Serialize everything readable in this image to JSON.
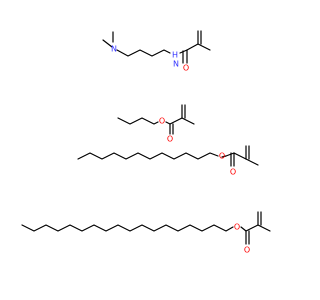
{
  "molecules": [
    {
      "id": "dimethylaminopropyl-methacrylamide",
      "atom_labels": {
        "amine_n": "N",
        "amide_n": "H",
        "carbonyl_o": "O"
      }
    },
    {
      "id": "butyl-methacrylate",
      "atom_labels": {
        "ester_o": "O",
        "carbonyl_o": "O"
      }
    },
    {
      "id": "dodecyl-methacrylate",
      "atom_labels": {
        "ester_o": "O",
        "carbonyl_o": "O"
      }
    },
    {
      "id": "octadecyl-methacrylate",
      "atom_labels": {
        "ester_o": "O",
        "carbonyl_o": "O"
      }
    }
  ],
  "colors": {
    "bond": "#000000",
    "nitrogen": "#3333ff",
    "oxygen": "#ff0000",
    "background": "#ffffff"
  }
}
